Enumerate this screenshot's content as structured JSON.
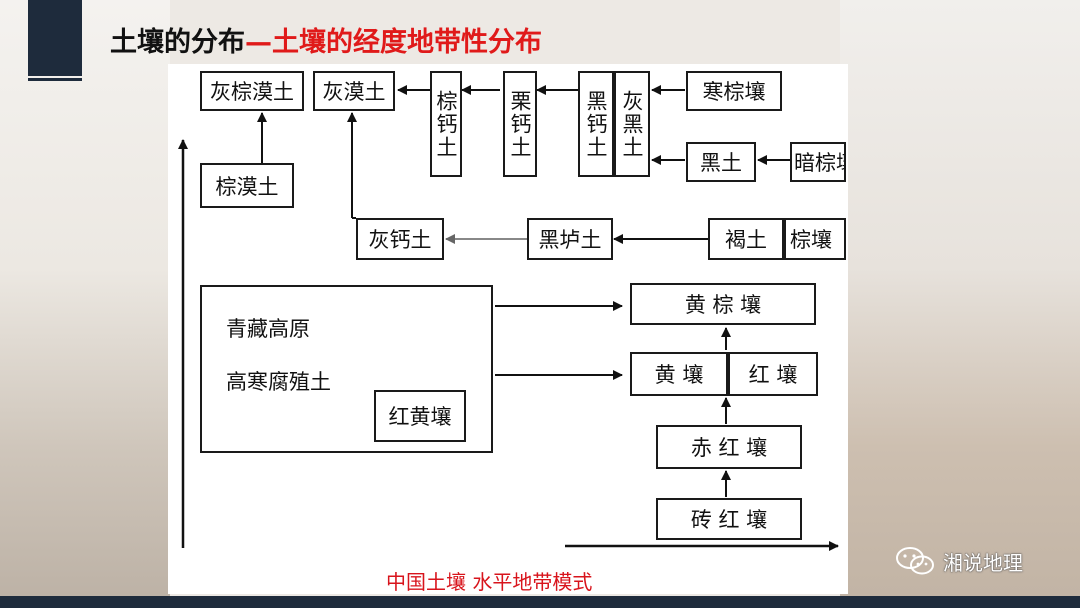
{
  "title": {
    "black": "土壤的分布",
    "red": "—土壤的经度地带性分布"
  },
  "diagram": {
    "boxes": {
      "gray_brown_desert": "灰棕漠土",
      "gray_desert": "灰漠土",
      "brown_calcic": "棕钙土",
      "chestnut_calcic": "栗钙土",
      "black_calcic": "黑钙土",
      "gray_black": "灰黑土",
      "cold_brown": "寒棕壤",
      "black_soil": "黑土",
      "dark_brown": "暗棕壤",
      "brown_desert": "棕漠土",
      "gray_calcic": "灰钙土",
      "black_lu": "黑垆土",
      "cinnamon": "褐土",
      "brown_earth": "棕壤",
      "yellow_brown": "黄 棕 壤",
      "yellow_earth": "黄 壤",
      "red_earth": "红 壤",
      "chi_red": "赤 红 壤",
      "brick_red": "砖 红 壤",
      "red_yellow": "红黄壤"
    },
    "plateau_label": "青藏高原",
    "alpine_label": "高寒腐殖土"
  },
  "caption": "中国土壤 水平地带模式",
  "watermark": "湘说地理"
}
